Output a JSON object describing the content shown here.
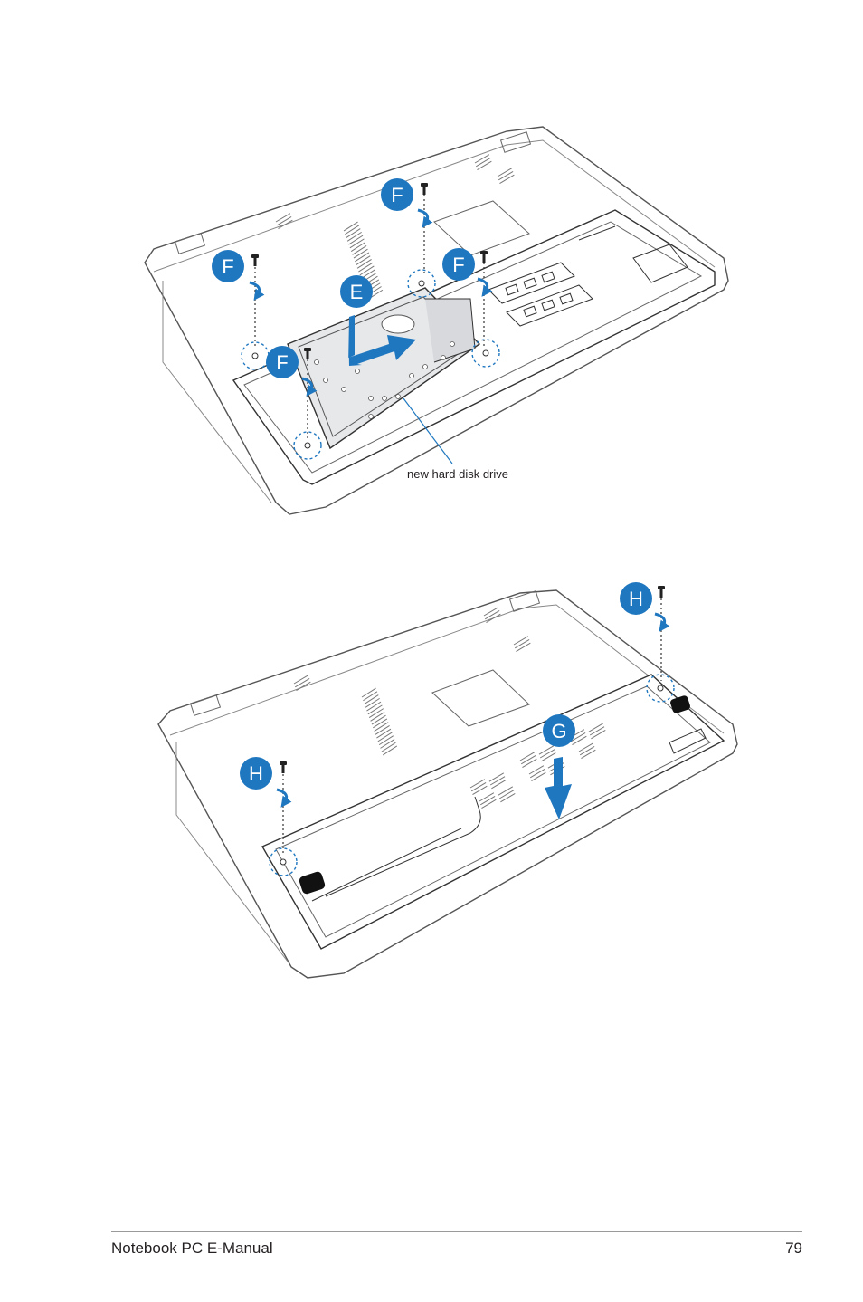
{
  "figure1": {
    "callout_label": "new hard disk drive",
    "steps": [
      "E",
      "F",
      "F",
      "F",
      "F"
    ]
  },
  "figure2": {
    "steps": [
      "G",
      "H",
      "H"
    ]
  },
  "footer": {
    "title": "Notebook PC E-Manual",
    "page_number": "79"
  },
  "colors": {
    "accent_blue": "#1f77c0",
    "line": "#444444"
  }
}
